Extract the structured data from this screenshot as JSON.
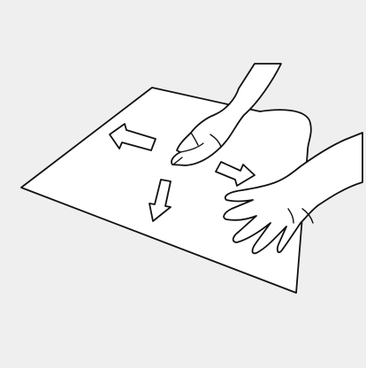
{
  "illustration": {
    "background_color": "#efefef",
    "line_color": "#111111",
    "fill_color": "#ffffff",
    "arrows": [
      {
        "name": "arrow-up-left"
      },
      {
        "name": "arrow-right"
      },
      {
        "name": "arrow-down"
      }
    ]
  }
}
